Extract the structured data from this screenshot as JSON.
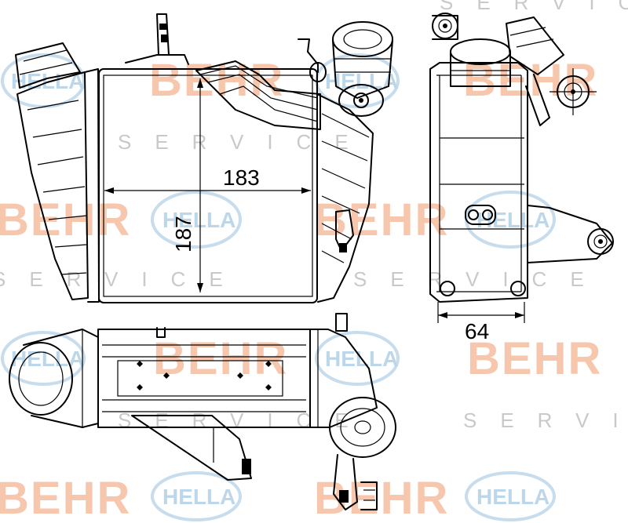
{
  "watermarks": {
    "behr": "BEHR",
    "hella": "HELLA",
    "service": "SERVICE"
  },
  "dimensions": {
    "width_front": "183",
    "height_front": "187",
    "depth_side": "64"
  },
  "colors": {
    "behr_watermark": "#f6c7ad",
    "hella_watermark": "#bcd6ea",
    "service_watermark": "#c9c9c9",
    "line": "#000000"
  }
}
